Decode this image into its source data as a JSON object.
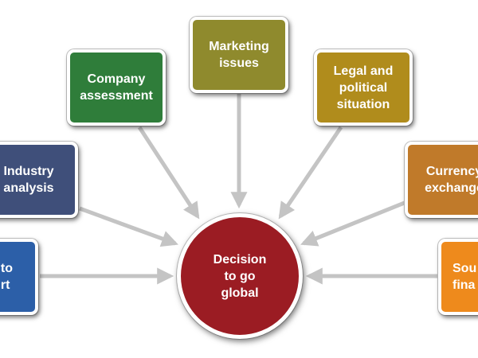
{
  "diagram": {
    "center": {
      "label": "Decision\nto go\nglobal",
      "color": "#9b1c23"
    },
    "factors": [
      {
        "id": "company-assessment",
        "label": "Company\nassessment",
        "color": "#2f7d3a"
      },
      {
        "id": "marketing-issues",
        "label": "Marketing\nissues",
        "color": "#8f8a2d"
      },
      {
        "id": "legal-political",
        "label": "Legal and\npolitical\nsituation",
        "color": "#b08c1c"
      },
      {
        "id": "industry-analysis",
        "label": "Industry\nanalysis",
        "color": "#3f4f7a"
      },
      {
        "id": "currency-exchange",
        "label": "Currency\nexchange",
        "color": "#c07a2a"
      },
      {
        "id": "left-partial",
        "label": "to\nrt",
        "color": "#2c5fa8"
      },
      {
        "id": "right-partial",
        "label": "Sou\nfina",
        "color": "#ee8a1c"
      }
    ],
    "arrow_color": "#c4c4c4"
  }
}
